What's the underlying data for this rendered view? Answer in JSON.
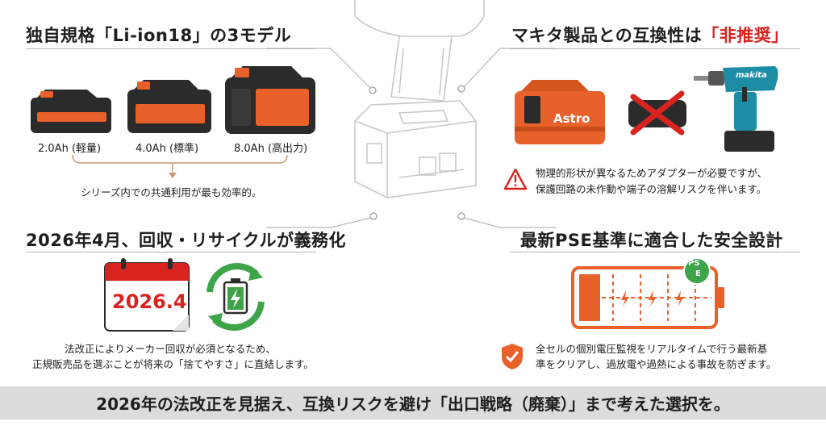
{
  "sections": {
    "top_left": {
      "title": "独自規格「Li-ion18」の3モデル",
      "batteries": [
        {
          "label": "2.0Ah (軽量)"
        },
        {
          "label": "4.0Ah (標準)"
        },
        {
          "label": "8.0Ah (高出力)"
        }
      ],
      "caption": "シリーズ内での共通利用が最も効率的。"
    },
    "top_right": {
      "title_main": "マキタ製品との互換性は",
      "title_highlight": "「非推奨」",
      "battery_brand": "Astro",
      "tool_brand": "makita",
      "warning_lines": [
        "物理的形状が異なるためアダプターが必要ですが、",
        "保護回路の未作動や端子の溶解リスクを伴います。"
      ]
    },
    "bottom_left": {
      "title": "2026年4月、回収・リサイクルが義務化",
      "calendar_text": "2026.4",
      "caption_lines": [
        "法改正によりメーカー回収が必須となるため、",
        "正規販売品を選ぶことが将来の「捨てやすさ」に直結します。"
      ]
    },
    "bottom_right": {
      "title": "最新PSE基準に適合した安全設計",
      "pse_mark": [
        "PS",
        "E"
      ],
      "caption_lines": [
        "全セルの個別電圧監視をリアルタイムで行う最新基",
        "準をクリアし、過放電や過熱による事故を防ぎます。"
      ]
    }
  },
  "footer": "2026年の法改正を見据え、互換リスクを避け「出口戦略（廃棄）」まで考えた選択を。",
  "colors": {
    "accent_orange": "#e8602a",
    "red": "#d8231f",
    "green": "#3da548",
    "dark": "#2b2b2b"
  }
}
